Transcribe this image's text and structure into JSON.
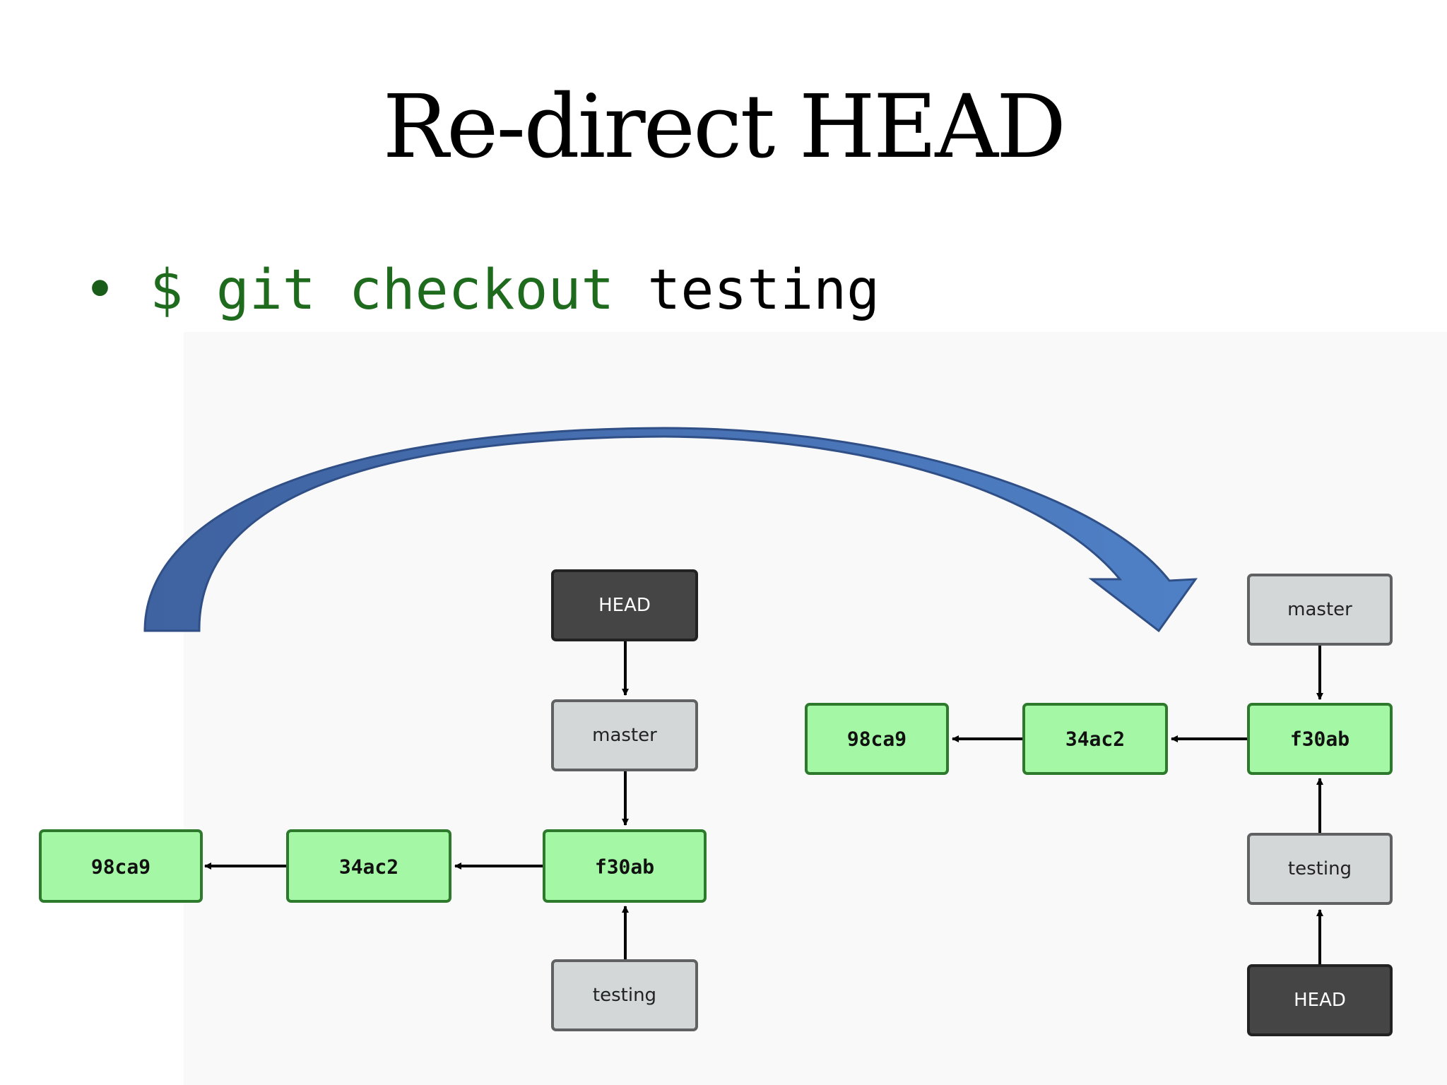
{
  "slide": {
    "title": "Re-direct HEAD",
    "bullet": {
      "marker": "•",
      "command": "$ git checkout",
      "argument": "testing"
    }
  },
  "colors": {
    "commit_fill": "#a4f7a4",
    "commit_stroke": "#2d7a2d",
    "branch_fill": "#d3d7d8",
    "branch_stroke": "#5f6163",
    "head_fill": "#454545",
    "head_stroke": "#222222",
    "curved_arrow": "#4672b3",
    "command_green": "#1e6b1e"
  },
  "diagram": {
    "before": {
      "commits": [
        "98ca9",
        "34ac2",
        "f30ab"
      ],
      "branches": {
        "master": "master",
        "testing": "testing"
      },
      "head_label": "HEAD",
      "head_points_to": "master"
    },
    "after": {
      "commits": [
        "98ca9",
        "34ac2",
        "f30ab"
      ],
      "branches": {
        "master": "master",
        "testing": "testing"
      },
      "head_label": "HEAD",
      "head_points_to": "testing"
    },
    "transition_arrow": "curved-arrow-right-icon"
  }
}
